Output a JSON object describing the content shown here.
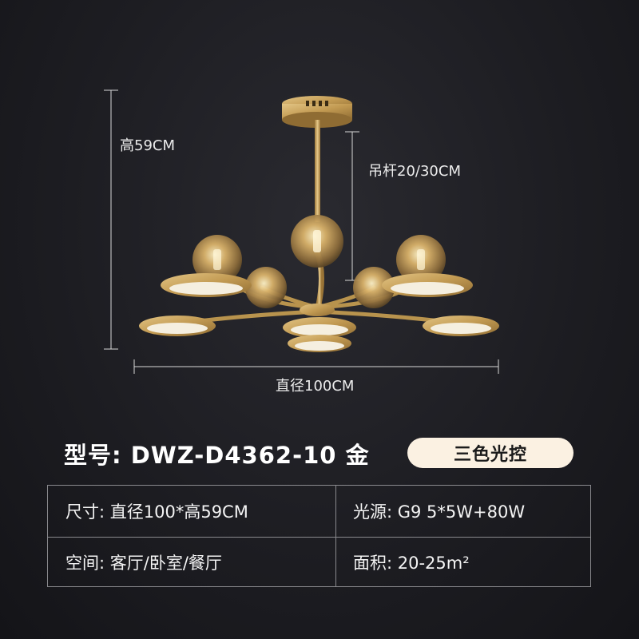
{
  "dimensions": {
    "height_label": "高59CM",
    "rod_label": "吊杆20/30CM",
    "diameter_label": "直径100CM"
  },
  "product": {
    "model_label": "型号: DWZ-D4362-10 金",
    "badge_label": "三色光控"
  },
  "specs": {
    "size": "尺寸: 直径100*高59CM",
    "light_source": "光源: G9 5*5W+80W",
    "space": "空间: 客厅/卧室/餐厅",
    "area": "面积: 20-25m²"
  },
  "colors": {
    "background": "#1d1d22",
    "gold": "#c9a45c",
    "badge_bg": "#fbf1e2",
    "table_border": "#8a8a8e"
  }
}
